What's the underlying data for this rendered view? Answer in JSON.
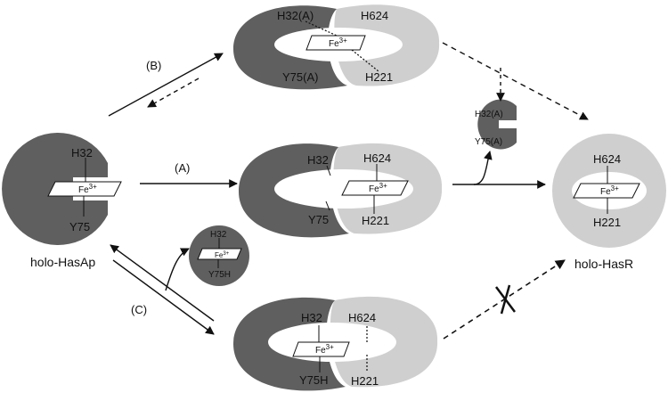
{
  "pathways": {
    "A": "(A)",
    "B": "(B)",
    "C": "(C)"
  },
  "holo_hasap": {
    "caption": "holo-HasAp",
    "his": "H32",
    "tyr": "Y75",
    "iron": "Fe",
    "charge": "3+"
  },
  "complex_a": {
    "hasap_his": "H32",
    "hasap_tyr": "Y75",
    "hasr_his_top": "H624",
    "hasr_his_bottom": "H221",
    "iron": "Fe",
    "charge": "3+"
  },
  "complex_b": {
    "hasap_his": "H32(A)",
    "hasap_tyr": "Y75(A)",
    "hasr_his_top": "H624",
    "hasr_his_bottom": "H221",
    "iron": "Fe",
    "charge": "3+"
  },
  "complex_c": {
    "hasap_his": "H32",
    "hasap_tyr": "Y75H",
    "hasr_his_top": "H624",
    "hasr_his_bottom": "H221",
    "iron": "Fe",
    "charge": "3+"
  },
  "released_apo_mutant": {
    "his": "H32(A)",
    "tyr": "Y75(A)"
  },
  "mutant_y75h": {
    "his": "H32",
    "tyr": "Y75H",
    "iron": "Fe",
    "charge": "3+"
  },
  "holo_hasr": {
    "caption": "holo-HasR",
    "his_top": "H624",
    "his_bottom": "H221",
    "iron": "Fe",
    "charge": "3+"
  },
  "colors": {
    "hasap_dark": "#5f5f5f",
    "hasr_light": "#cfcfcf",
    "line": "#111111"
  }
}
